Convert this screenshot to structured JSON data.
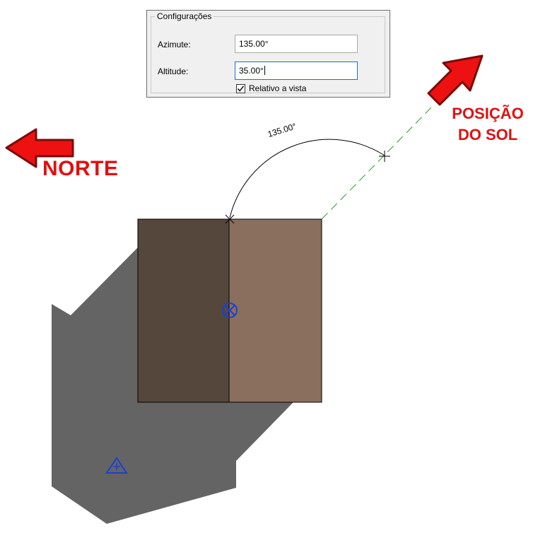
{
  "settings": {
    "group_title": "Configurações",
    "azimuth_label": "Azimute:",
    "azimuth_value": "135.00°",
    "altitude_label": "Altitude:",
    "altitude_value": "35.00°",
    "relative_checkbox_label": "Relativo a vista",
    "relative_checked": true
  },
  "annotations": {
    "north_label": "NORTE",
    "sun_position_line1": "POSIÇÃO",
    "sun_position_line2": "DO SOL"
  },
  "viewport": {
    "angle_dimension": "135.00°"
  },
  "colors": {
    "accent_red": "#e01010",
    "arrow_red": "#ee1111",
    "arrow_dark": "#7a0a0a",
    "shadow": "#646464",
    "face_dark": "#56473d",
    "face_light": "#8a6f5f",
    "sun_line_green": "#2a9a2a",
    "symbol_blue": "#1a3fd0"
  }
}
